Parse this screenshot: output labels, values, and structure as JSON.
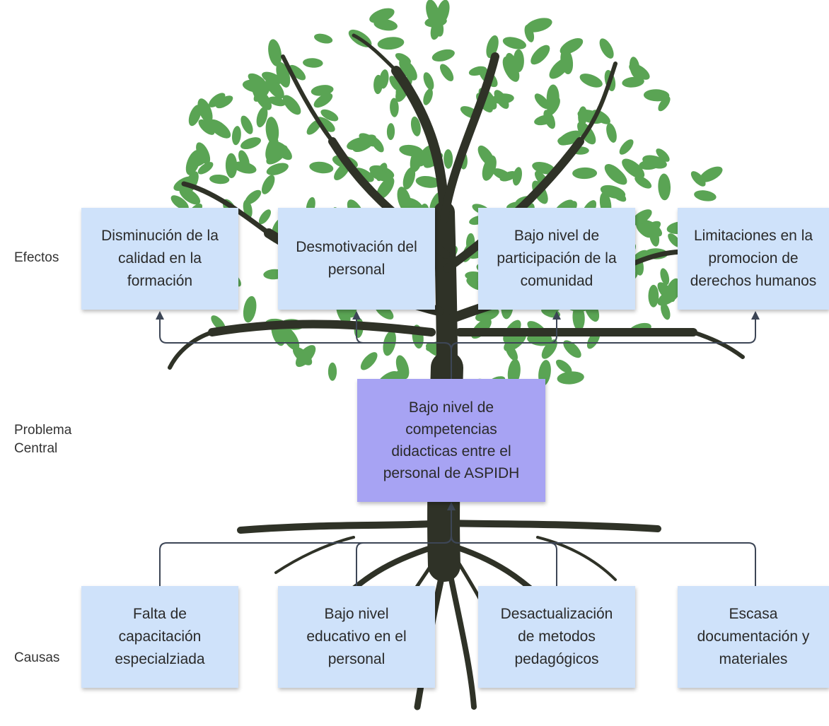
{
  "labels": {
    "efectos": "Efectos",
    "problema": "Problema\nCentral",
    "causas": "Causas"
  },
  "effects": [
    "Disminución de la\ncalidad en la\nformación",
    "Desmotivación del\npersonal",
    "Bajo nivel de\nparticipación de la\ncomunidad",
    "Limitaciones en la\npromocion de\nderechos humanos"
  ],
  "central": "Bajo nivel de\ncompetencias\ndidacticas entre el\npersonal de ASPIDH",
  "causes": [
    "Falta de\ncapacitación\nespecialziada",
    "Bajo nivel\neducativo en el\npersonal",
    "Desactualización\nde metodos\npedagógicos",
    "Escasa\ndocumentación y\nmateriales"
  ],
  "colors": {
    "leaf": "#5aa454",
    "trunk": "#2f3227",
    "box": "#cfe2fa",
    "central": "#a7a3f3",
    "connector": "#3d4656"
  },
  "icons": [
    "tree-illustration",
    "arrow-up-icon"
  ]
}
